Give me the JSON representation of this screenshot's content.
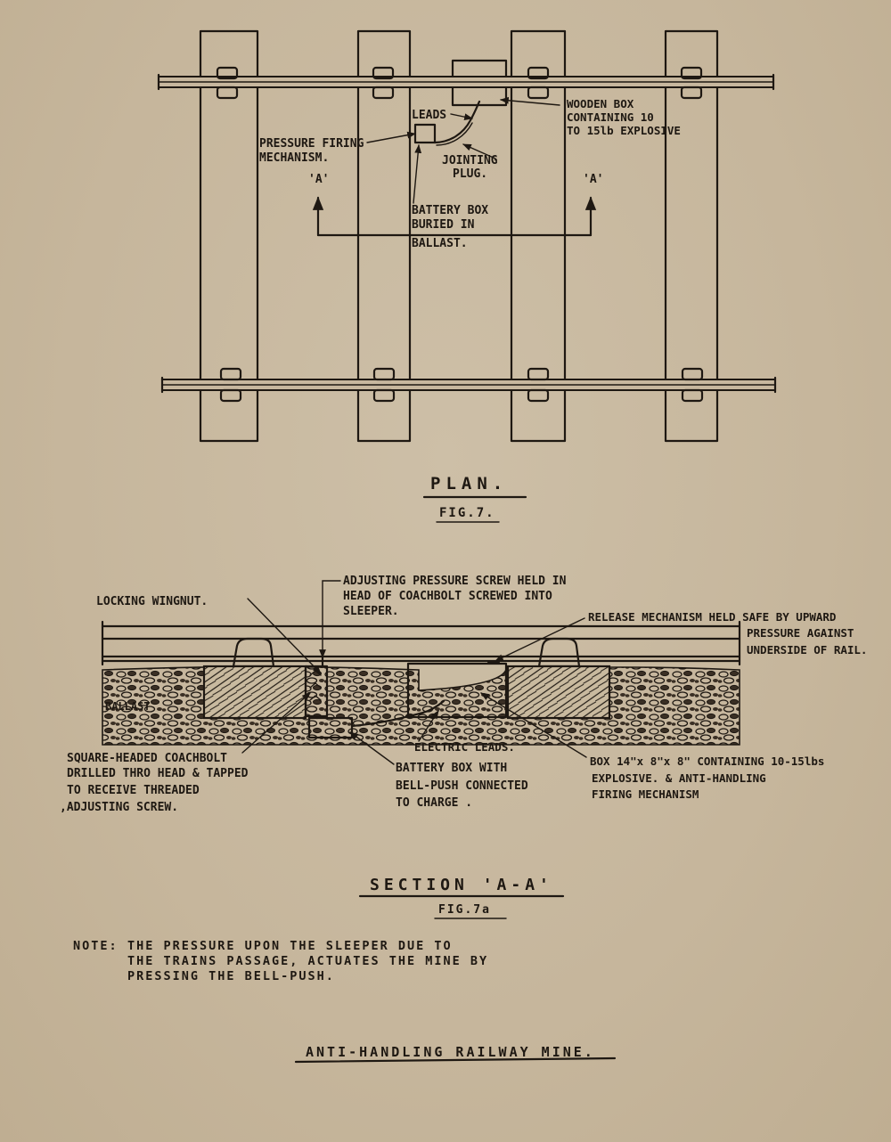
{
  "plan": {
    "leads": "LEADS",
    "wooden_box": [
      "WOODEN BOX",
      "CONTAINING 10",
      "TO 15lb EXPLOSIVE"
    ],
    "pressure_firing": [
      "PRESSURE FIRING",
      "MECHANISM."
    ],
    "jointing_plug": [
      "JOINTING",
      "PLUG."
    ],
    "section_mark_left": "'A'",
    "section_mark_right": "'A'",
    "battery_box": [
      "BATTERY BOX",
      "BURIED IN",
      "BALLAST."
    ],
    "title": "PLAN.",
    "fig": "FIG.7."
  },
  "section": {
    "adjusting_screw": [
      "ADJUSTING PRESSURE SCREW HELD IN",
      "HEAD OF COACHBOLT SCREWED INTO",
      "SLEEPER."
    ],
    "locking_wingnut": "LOCKING WINGNUT.",
    "release_mechanism": [
      "RELEASE MECHANISM HELD SAFE BY UPWARD",
      "PRESSURE AGAINST",
      "UNDERSIDE OF RAIL."
    ],
    "ballast": "BALLAST",
    "coachbolt": [
      "SQUARE-HEADED COACHBOLT",
      "DRILLED THRO HEAD & TAPPED",
      "TO RECEIVE THREADED",
      ",ADJUSTING SCREW."
    ],
    "electric_leads": "ELECTRIC LEADS.",
    "battery_box": [
      "BATTERY BOX WITH",
      "BELL-PUSH CONNECTED",
      "TO CHARGE ."
    ],
    "charge_box": [
      "BOX 14\"x 8\"x 8\" CONTAINING 10-15lbs",
      "EXPLOSIVE. & ANTI-HANDLING",
      "FIRING MECHANISM"
    ],
    "title": "SECTION 'A-A'",
    "fig": "FIG.7a"
  },
  "note": {
    "label": "NOTE:",
    "lines": [
      "THE PRESSURE UPON THE SLEEPER DUE TO",
      "THE TRAINS PASSAGE, ACTUATES THE MINE BY",
      "PRESSING THE BELL-PUSH."
    ]
  },
  "main_title": "ANTI-HANDLING RAILWAY MINE.",
  "colors": {
    "paper": "#c7b79e",
    "ink": "#1e1812"
  }
}
